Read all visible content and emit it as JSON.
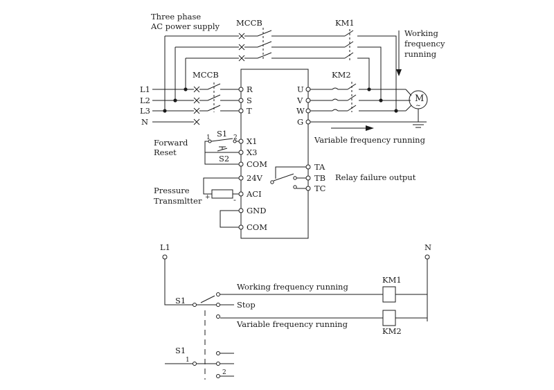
{
  "labels": {
    "supply_line1": "Three phase",
    "supply_line2": "AC power supply",
    "mccb_top": "MCCB",
    "km1_top": "KM1",
    "working_line1": "Working",
    "working_line2": "frequency",
    "working_line3": "running",
    "mccb_mid": "MCCB",
    "km2_top": "KM2",
    "l1": "L1",
    "l2": "L2",
    "l3": "L3",
    "n": "N",
    "r": "R",
    "s": "S",
    "t": "T",
    "u": "U",
    "v": "V",
    "w": "W",
    "g": "G",
    "motor": "M",
    "motor_tilde": "~",
    "variable_running": "Variable frequency running",
    "forward": "Forward",
    "reset": "Reset",
    "s1_top": "S1",
    "s1_pos1": "1",
    "s1_pos2": "2",
    "s2": "S2",
    "x1": "X1",
    "x3": "X3",
    "com1": "COM",
    "v24": "24V",
    "aci": "ACI",
    "gnd": "GND",
    "com2": "COM",
    "pressure": "Pressure",
    "transmitter": "Transmltter",
    "plus": "+",
    "minus": "-",
    "ta": "TA",
    "tb": "TB",
    "tc": "TC",
    "relay_failure": "Relay failure output",
    "ctrl_l1": "L1",
    "ctrl_n": "N",
    "ctrl_working": "Working frequency running",
    "ctrl_stop": "Stop",
    "ctrl_variable": "Variable frequency running",
    "ctrl_km1": "KM1",
    "ctrl_km2": "KM2",
    "ctrl_s1": "S1",
    "ctrl_s1_b": "S1",
    "ctrl_pos1": "1",
    "ctrl_pos2": "2"
  }
}
